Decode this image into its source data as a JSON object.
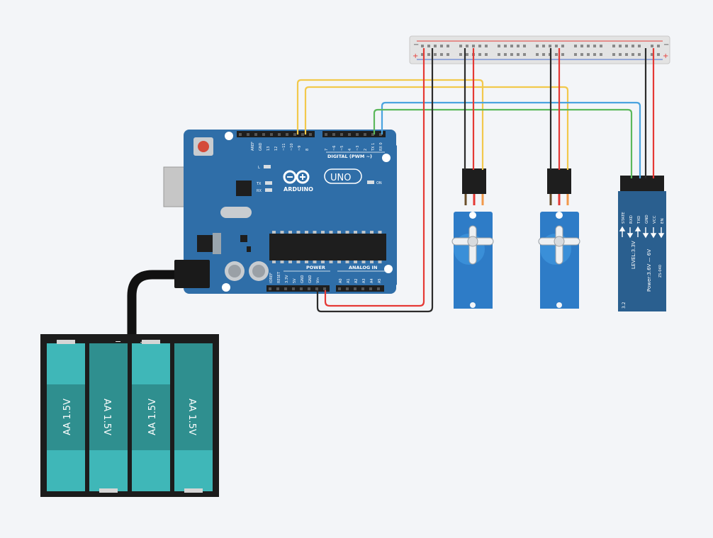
{
  "arduino": {
    "brand": "ARDUINO",
    "model": "UNO",
    "digital_label": "DIGITAL (PWM ~)",
    "power_label": "POWER",
    "analog_label": "ANALOG IN",
    "on_label": "ON",
    "led_l": "L",
    "led_tx": "TX",
    "led_rx": "RX",
    "pin_aref": "AREF",
    "pin_gnd": "GND",
    "pin_13": "13",
    "pin_12": "12",
    "pin_11": "~11",
    "pin_10": "~10",
    "pin_9": "~9",
    "pin_8": "8",
    "pin_7": "7",
    "pin_6": "~6",
    "pin_5": "~5",
    "pin_4": "4",
    "pin_3": "~3",
    "pin_2": "2",
    "pin_1": "TX 1",
    "pin_0": "RX 0",
    "pin_ioref": "IOREF",
    "pin_reset": "RESET",
    "pin_33v": "3.3V",
    "pin_5v": "5V",
    "pin_gnd_a": "GND",
    "pin_gnd_b": "GND",
    "pin_vin": "Vin",
    "pin_a0": "A0",
    "pin_a1": "A1",
    "pin_a2": "A2",
    "pin_a3": "A3",
    "pin_a4": "A4",
    "pin_a5": "A5"
  },
  "battery": {
    "cells": [
      "AA 1.5V",
      "AA 1.5V",
      "AA 1.5V",
      "AA 1.5V"
    ],
    "minus": "−",
    "plus": "+"
  },
  "breadboard": {
    "minus": "−",
    "plus": "+"
  },
  "bluetooth": {
    "pins": [
      "STATE",
      "RXD",
      "TXD",
      "GND",
      "VCC",
      "EN"
    ],
    "level": "LEVEL:3.3V",
    "power": "Power:3.6V — 6V",
    "model": "ZS-040",
    "extra": "3.2"
  },
  "colors": {
    "board": "#2f6ea8",
    "servo": "#2e7cc7",
    "wire_red": "#e53935",
    "wire_black": "#2b2b2b",
    "wire_yellow": "#f2c94c",
    "wire_blue": "#4aa3df",
    "wire_green": "#5cb85c",
    "battery_cell": "#4bc0c0"
  }
}
